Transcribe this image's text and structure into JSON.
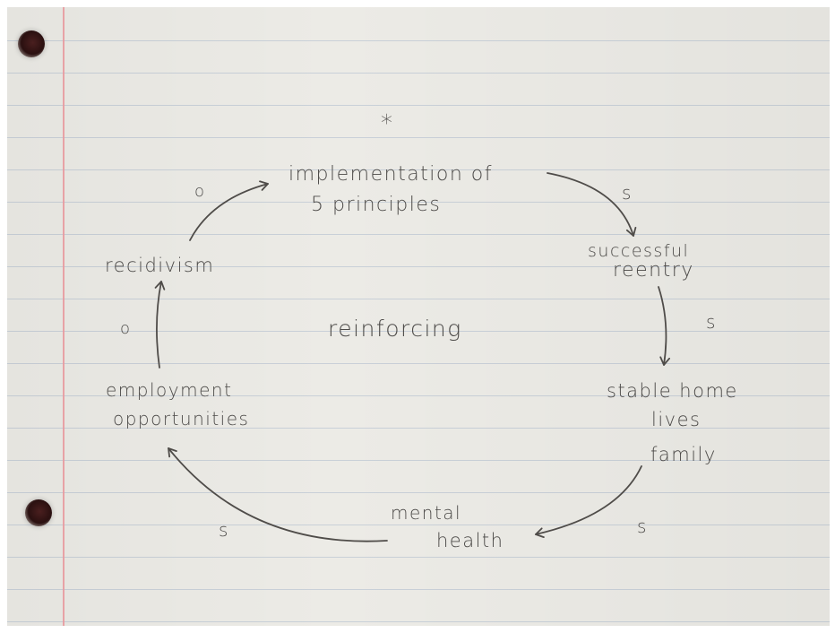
{
  "diagram": {
    "star": "*",
    "center_label": "reinforcing",
    "nodes": {
      "implementation": {
        "line1": "implementation of",
        "line2": "5 principles"
      },
      "reentry": {
        "line1": "successful",
        "line2": "reentry"
      },
      "home": {
        "line1": "stable home",
        "line2": "lives",
        "line3": "family"
      },
      "mental": {
        "line1": "mental",
        "line2": "health"
      },
      "employment": {
        "line1": "employment",
        "line2": "opportunities"
      },
      "recidivism": {
        "line1": "recidivism"
      }
    },
    "links": {
      "recidivism_to_implementation": "o",
      "implementation_to_reentry": "s",
      "reentry_to_home": "s",
      "home_to_mental": "s",
      "mental_to_employment": "s",
      "employment_to_recidivism": "o"
    },
    "ink_color": "#4c4a48",
    "rule_color": "#c9d0d8",
    "margin_color": "#e89aa0"
  }
}
